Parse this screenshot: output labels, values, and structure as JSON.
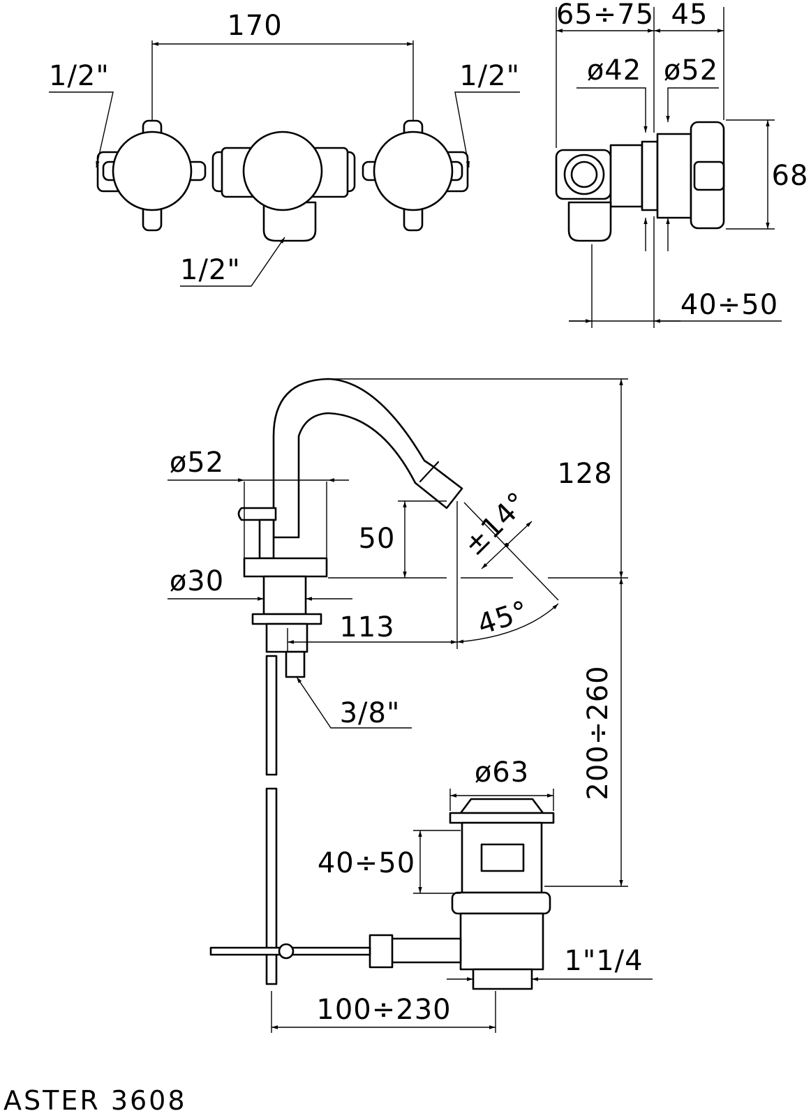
{
  "title": "ASTER 3608",
  "top_front_view": {
    "dim_width": "170",
    "inlet_left": "1/2\"",
    "inlet_right": "1/2\"",
    "outlet_bottom": "1/2\""
  },
  "top_side_view": {
    "dim_wall_depth": "65÷75",
    "dim_body_depth": "45",
    "dim_d42": "ø42",
    "dim_d52": "ø52",
    "dim_height": "68",
    "dim_offset": "40÷50"
  },
  "spout_view": {
    "dim_d52": "ø52",
    "dim_d30": "ø30",
    "dim_spout_height": "128",
    "dim_50": "50",
    "dim_reach": "113",
    "angle_swivel": "±14°",
    "angle_45": "45°",
    "supply": "3/8\"",
    "dim_vertical": "200÷260"
  },
  "waste_view": {
    "dim_d63": "ø63",
    "dim_height": "40÷50",
    "thread": "1\"1/4",
    "dim_rod": "100÷230"
  }
}
